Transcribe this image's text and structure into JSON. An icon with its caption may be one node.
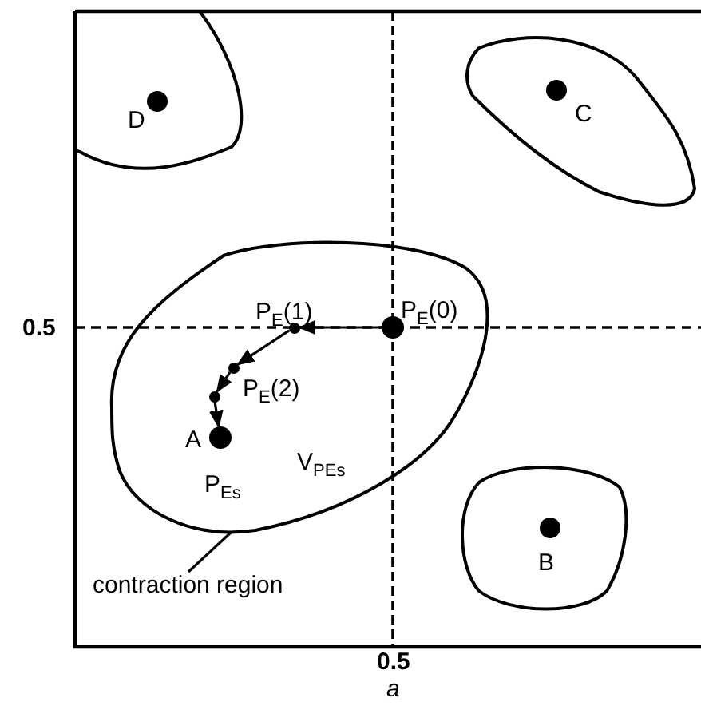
{
  "diagram": {
    "nodes": [
      {
        "text": [],
        "shape": "blob"
      },
      {
        "text": [],
        "shape": "circle",
        "in": 0,
        "beside": [
          "D"
        ]
      },
      {
        "text": [],
        "shape": "blob"
      },
      {
        "text": [],
        "shape": "circle",
        "in": 2,
        "beside": [
          "C"
        ]
      },
      {
        "text": [],
        "shape": "blob"
      },
      {
        "text": [],
        "shape": "circle",
        "in": 4,
        "beside": [
          "P$_{E}$(0)"
        ]
      },
      {
        "text": [],
        "shape": "circle",
        "in": 4,
        "beside": [
          "P$_{E}$(1)"
        ]
      },
      {
        "text": [],
        "shape": "circle",
        "in": 4,
        "beside": [
          "P$_{E}$(2)"
        ]
      },
      {
        "text": [],
        "shape": "circle",
        "in": 4
      },
      {
        "text": [],
        "shape": "circle",
        "in": 4,
        "beside": [
          "A"
        ]
      },
      {
        "text": [],
        "shape": "blob"
      },
      {
        "text": [],
        "shape": "circle",
        "in": 10,
        "beside": [
          "B"
        ]
      },
      {
        "text": [
          "contraction region"
        ]
      }
    ],
    "edges": [
      {
        "from": 5,
        "to": 6,
        "arrow": "to"
      },
      {
        "from": 6,
        "to": 7,
        "arrow": "to"
      },
      {
        "from": 7,
        "to": 8,
        "arrow": "to"
      },
      {
        "from": 8,
        "to": 9,
        "arrow": "to"
      },
      {
        "from": 12,
        "to": 4,
        "arrow": "none"
      }
    ],
    "labels": [
      "0.5",
      "0.5",
      "a",
      "P$_{Es}$",
      "V$_{PEs}$"
    ]
  }
}
